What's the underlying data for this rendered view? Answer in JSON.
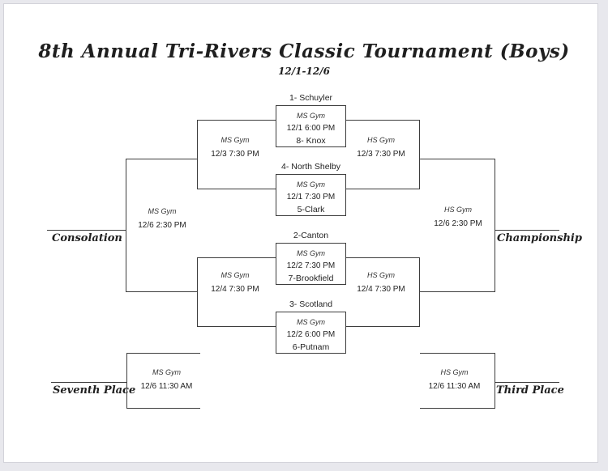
{
  "title": "8th Annual Tri-Rivers Classic Tournament (Boys)",
  "date_range": "12/1-12/6",
  "first_round": [
    {
      "top": "1- Schuyler",
      "gym": "MS Gym",
      "time": "12/1 6:00 PM",
      "bottom": "8- Knox"
    },
    {
      "top": "4- North Shelby",
      "gym": "MS Gym",
      "time": "12/1 7:30 PM",
      "bottom": "5-Clark"
    },
    {
      "top": "2-Canton",
      "gym": "MS Gym",
      "time": "12/2 7:30 PM",
      "bottom": "7-Brookfield"
    },
    {
      "top": "3- Scotland",
      "gym": "MS Gym",
      "time": "12/2 6:00 PM",
      "bottom": "6-Putnam"
    }
  ],
  "semifinals": {
    "consolation": [
      {
        "gym": "MS Gym",
        "time": "12/3 7:30 PM"
      },
      {
        "gym": "MS Gym",
        "time": "12/4 7:30 PM"
      }
    ],
    "championship": [
      {
        "gym": "HS Gym",
        "time": "12/3 7:30 PM"
      },
      {
        "gym": "HS Gym",
        "time": "12/4 7:30 PM"
      }
    ]
  },
  "finals": {
    "consolation": {
      "gym": "MS Gym",
      "time": "12/6 2:30 PM",
      "label": "Consolation"
    },
    "championship": {
      "gym": "HS Gym",
      "time": "12/6 2:30 PM",
      "label": "Championship"
    },
    "seventh_place": {
      "gym": "MS Gym",
      "time": "12/6 11:30 AM",
      "label": "Seventh Place"
    },
    "third_place": {
      "gym": "HS Gym",
      "time": "12/6 11:30 AM",
      "label": "Third Place"
    }
  },
  "colors": {
    "line": "#3d3d3d",
    "text": "#1f1f1f",
    "page": "#ffffff",
    "backdrop": "#e8e8ed"
  }
}
